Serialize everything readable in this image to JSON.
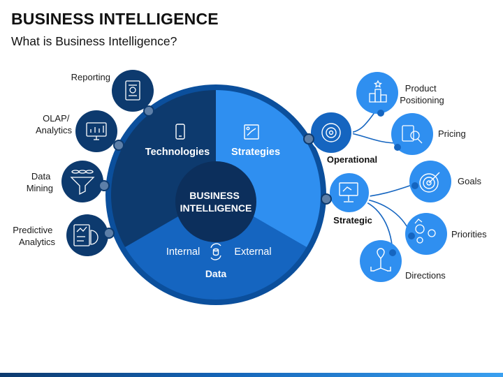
{
  "header": {
    "title": "BUSINESS INTELLIGENCE",
    "subtitle": "What is Business Intelligence?"
  },
  "wheel": {
    "center": "BUSINESS\nINTELLIGENCE",
    "technologies": "Technologies",
    "strategies": "Strategies",
    "data": "Data",
    "internal": "Internal",
    "external": "External"
  },
  "left_items": [
    {
      "label": "Reporting",
      "icon": "report-icon"
    },
    {
      "label": "OLAP/\nAnalytics",
      "icon": "analytics-monitor-icon"
    },
    {
      "label": "Data\nMining",
      "icon": "data-mining-funnel-icon"
    },
    {
      "label": "Predictive\nAnalytics",
      "icon": "predictive-analytics-icon"
    }
  ],
  "right_nodes": {
    "operational": "Operational",
    "strategic": "Strategic"
  },
  "operational_items": [
    {
      "label": "Product\nPositioning",
      "icon": "podium-stars-icon"
    },
    {
      "label": "Pricing",
      "icon": "pricing-magnifier-icon"
    }
  ],
  "strategic_items": [
    {
      "label": "Goals",
      "icon": "target-icon"
    },
    {
      "label": "Priorities",
      "icon": "priorities-icon"
    },
    {
      "label": "Directions",
      "icon": "directions-icon"
    }
  ],
  "colors": {
    "dark_navy": "#0d3a6e",
    "mid_blue": "#1565c0",
    "light_blue": "#2f8ff0",
    "ring": "#0b4f9c",
    "center": "#0c2f5c"
  }
}
